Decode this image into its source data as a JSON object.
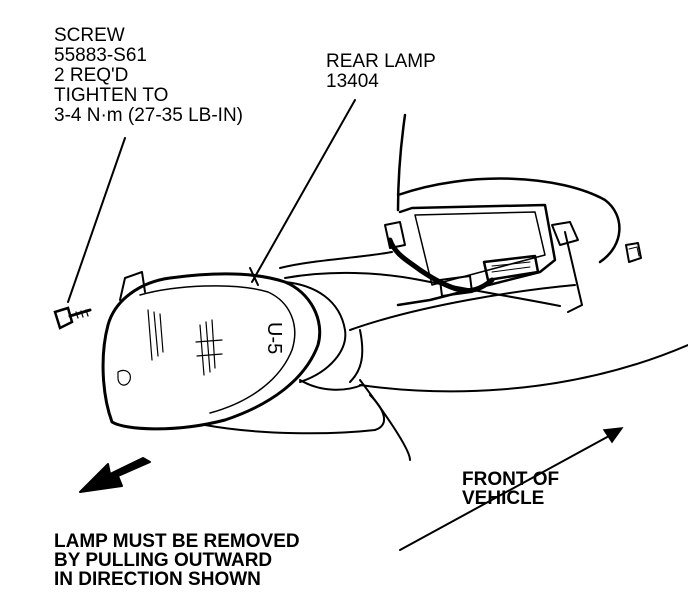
{
  "screw_callout": {
    "lines": [
      "SCREW",
      "55883-S61",
      "2 REQ'D",
      "TIGHTEN TO",
      "3-4 N·m (27-35 LB-IN)"
    ]
  },
  "lamp_callout": {
    "lines": [
      "REAR LAMP",
      "13404"
    ]
  },
  "front_of_vehicle": {
    "lines": [
      "FRONT OF",
      "VEHICLE"
    ]
  },
  "removal_note": {
    "lines": [
      "LAMP MUST BE REMOVED",
      "BY PULLING OUTWARD",
      "IN DIRECTION SHOWN"
    ]
  },
  "lamp_lens_marking": "U-5"
}
